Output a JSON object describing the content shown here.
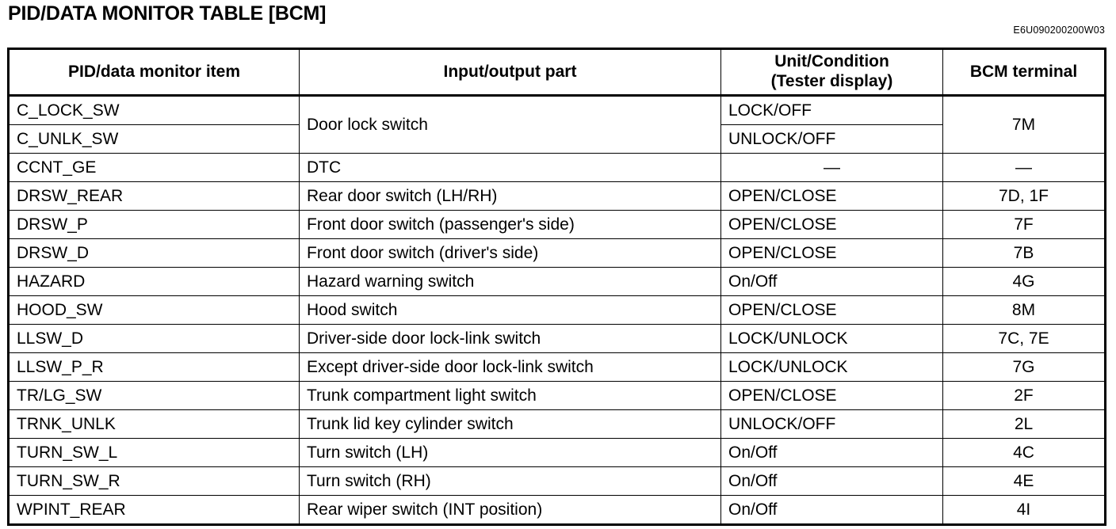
{
  "document": {
    "title": "PID/DATA MONITOR TABLE [BCM]",
    "reference_code": "E6U090200200W03"
  },
  "table": {
    "headers": [
      "PID/data monitor item",
      "Input/output part",
      "Unit/Condition",
      "(Tester display)",
      "BCM terminal"
    ],
    "header_unit_line1": "Unit/Condition",
    "header_unit_line2": "(Tester display)",
    "rows": [
      {
        "pid": "C_LOCK_SW",
        "part": "Door lock switch",
        "part_rowspan": 2,
        "unit": "LOCK/OFF",
        "terminal": "7M",
        "terminal_rowspan": 2
      },
      {
        "pid": "C_UNLK_SW",
        "unit": "UNLOCK/OFF"
      },
      {
        "pid": "CCNT_GE",
        "part": "DTC",
        "unit": "—",
        "terminal": "—"
      },
      {
        "pid": "DRSW_REAR",
        "part": "Rear door switch (LH/RH)",
        "unit": "OPEN/CLOSE",
        "terminal": "7D, 1F"
      },
      {
        "pid": "DRSW_P",
        "part": "Front door switch (passenger's side)",
        "unit": "OPEN/CLOSE",
        "terminal": "7F"
      },
      {
        "pid": "DRSW_D",
        "part": "Front door switch (driver's side)",
        "unit": "OPEN/CLOSE",
        "terminal": "7B"
      },
      {
        "pid": "HAZARD",
        "part": "Hazard warning switch",
        "unit": "On/Off",
        "terminal": "4G"
      },
      {
        "pid": "HOOD_SW",
        "part": "Hood switch",
        "unit": "OPEN/CLOSE",
        "terminal": "8M"
      },
      {
        "pid": "LLSW_D",
        "part": "Driver-side door lock-link switch",
        "unit": "LOCK/UNLOCK",
        "terminal": "7C, 7E"
      },
      {
        "pid": "LLSW_P_R",
        "part": "Except driver-side door lock-link switch",
        "unit": "LOCK/UNLOCK",
        "terminal": "7G"
      },
      {
        "pid": "TR/LG_SW",
        "part": "Trunk compartment light switch",
        "unit": "OPEN/CLOSE",
        "terminal": "2F"
      },
      {
        "pid": "TRNK_UNLK",
        "part": "Trunk lid key cylinder switch",
        "unit": "UNLOCK/OFF",
        "terminal": "2L"
      },
      {
        "pid": "TURN_SW_L",
        "part": "Turn switch (LH)",
        "unit": "On/Off",
        "terminal": "4C"
      },
      {
        "pid": "TURN_SW_R",
        "part": "Turn switch (RH)",
        "unit": "On/Off",
        "terminal": "4E"
      },
      {
        "pid": "WPINT_REAR",
        "part": "Rear wiper switch (INT position)",
        "unit": "On/Off",
        "terminal": "4I"
      }
    ]
  },
  "colors": {
    "text": "#000000",
    "background": "#ffffff",
    "border": "#000000"
  }
}
